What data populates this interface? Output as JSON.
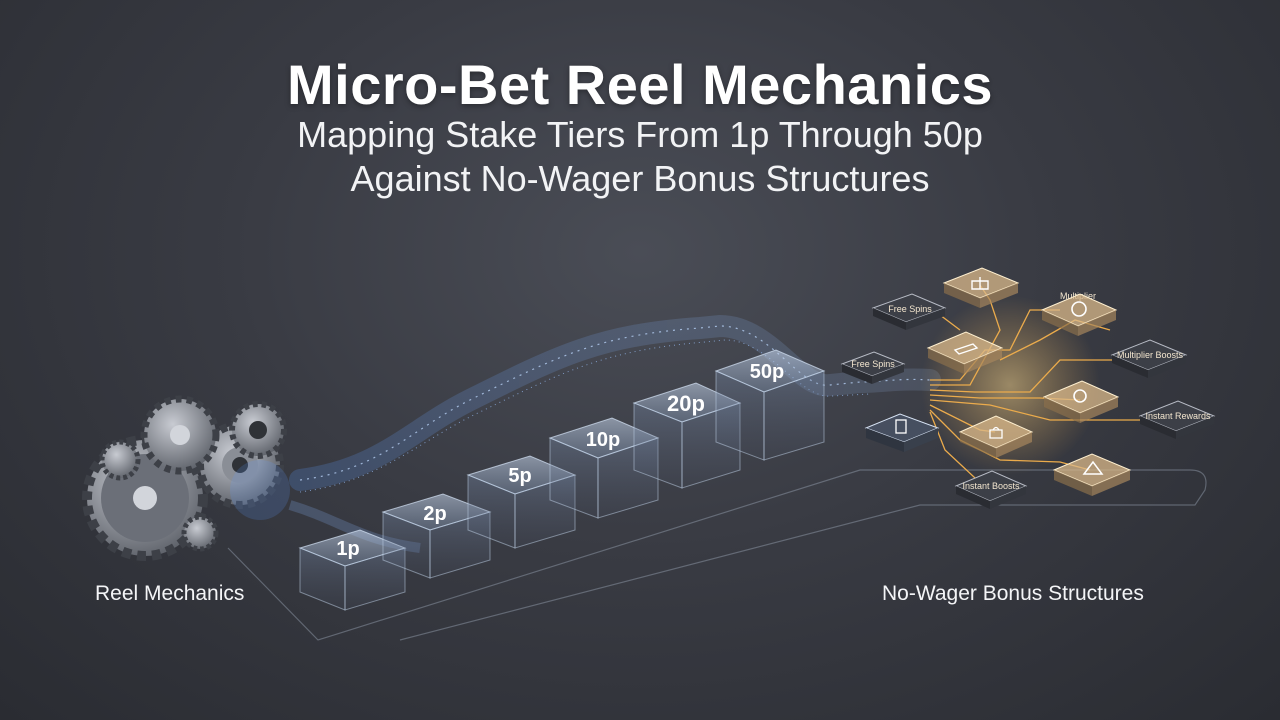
{
  "title": "Micro-Bet Reel Mechanics",
  "subtitle_line1": "Mapping Stake Tiers From 1p Through 50p",
  "subtitle_line2": "Against No-Wager Bonus Structures",
  "left_label": "Reel Mechanics",
  "right_label": "No-Wager Bonus Structures",
  "stake_tiers": [
    "1p",
    "2p",
    "5p",
    "10p",
    "20p",
    "50p"
  ],
  "bonus_nodes": [
    {
      "label": "Free Spins",
      "icon": "text-card"
    },
    {
      "label": "",
      "icon": "gift-icon"
    },
    {
      "label": "Multiplier",
      "icon": "text-label"
    },
    {
      "label": "",
      "icon": "target-icon"
    },
    {
      "label": "",
      "icon": "ticket-icon"
    },
    {
      "label": "Multiplier Boosts",
      "icon": "text-card"
    },
    {
      "label": "Free Spins",
      "icon": "text-card"
    },
    {
      "label": "",
      "icon": "coin-icon"
    },
    {
      "label": "",
      "icon": "document-icon"
    },
    {
      "label": "Instant Rewards",
      "icon": "text-card"
    },
    {
      "label": "",
      "icon": "bag-icon"
    },
    {
      "label": "Instant Boosts",
      "icon": "text-card"
    },
    {
      "label": "",
      "icon": "triangle-icon"
    }
  ],
  "colors": {
    "background": "#3a3c44",
    "flow": "#7fb4ff",
    "glow": "#ffc46b",
    "box": "#9fb6d6"
  }
}
